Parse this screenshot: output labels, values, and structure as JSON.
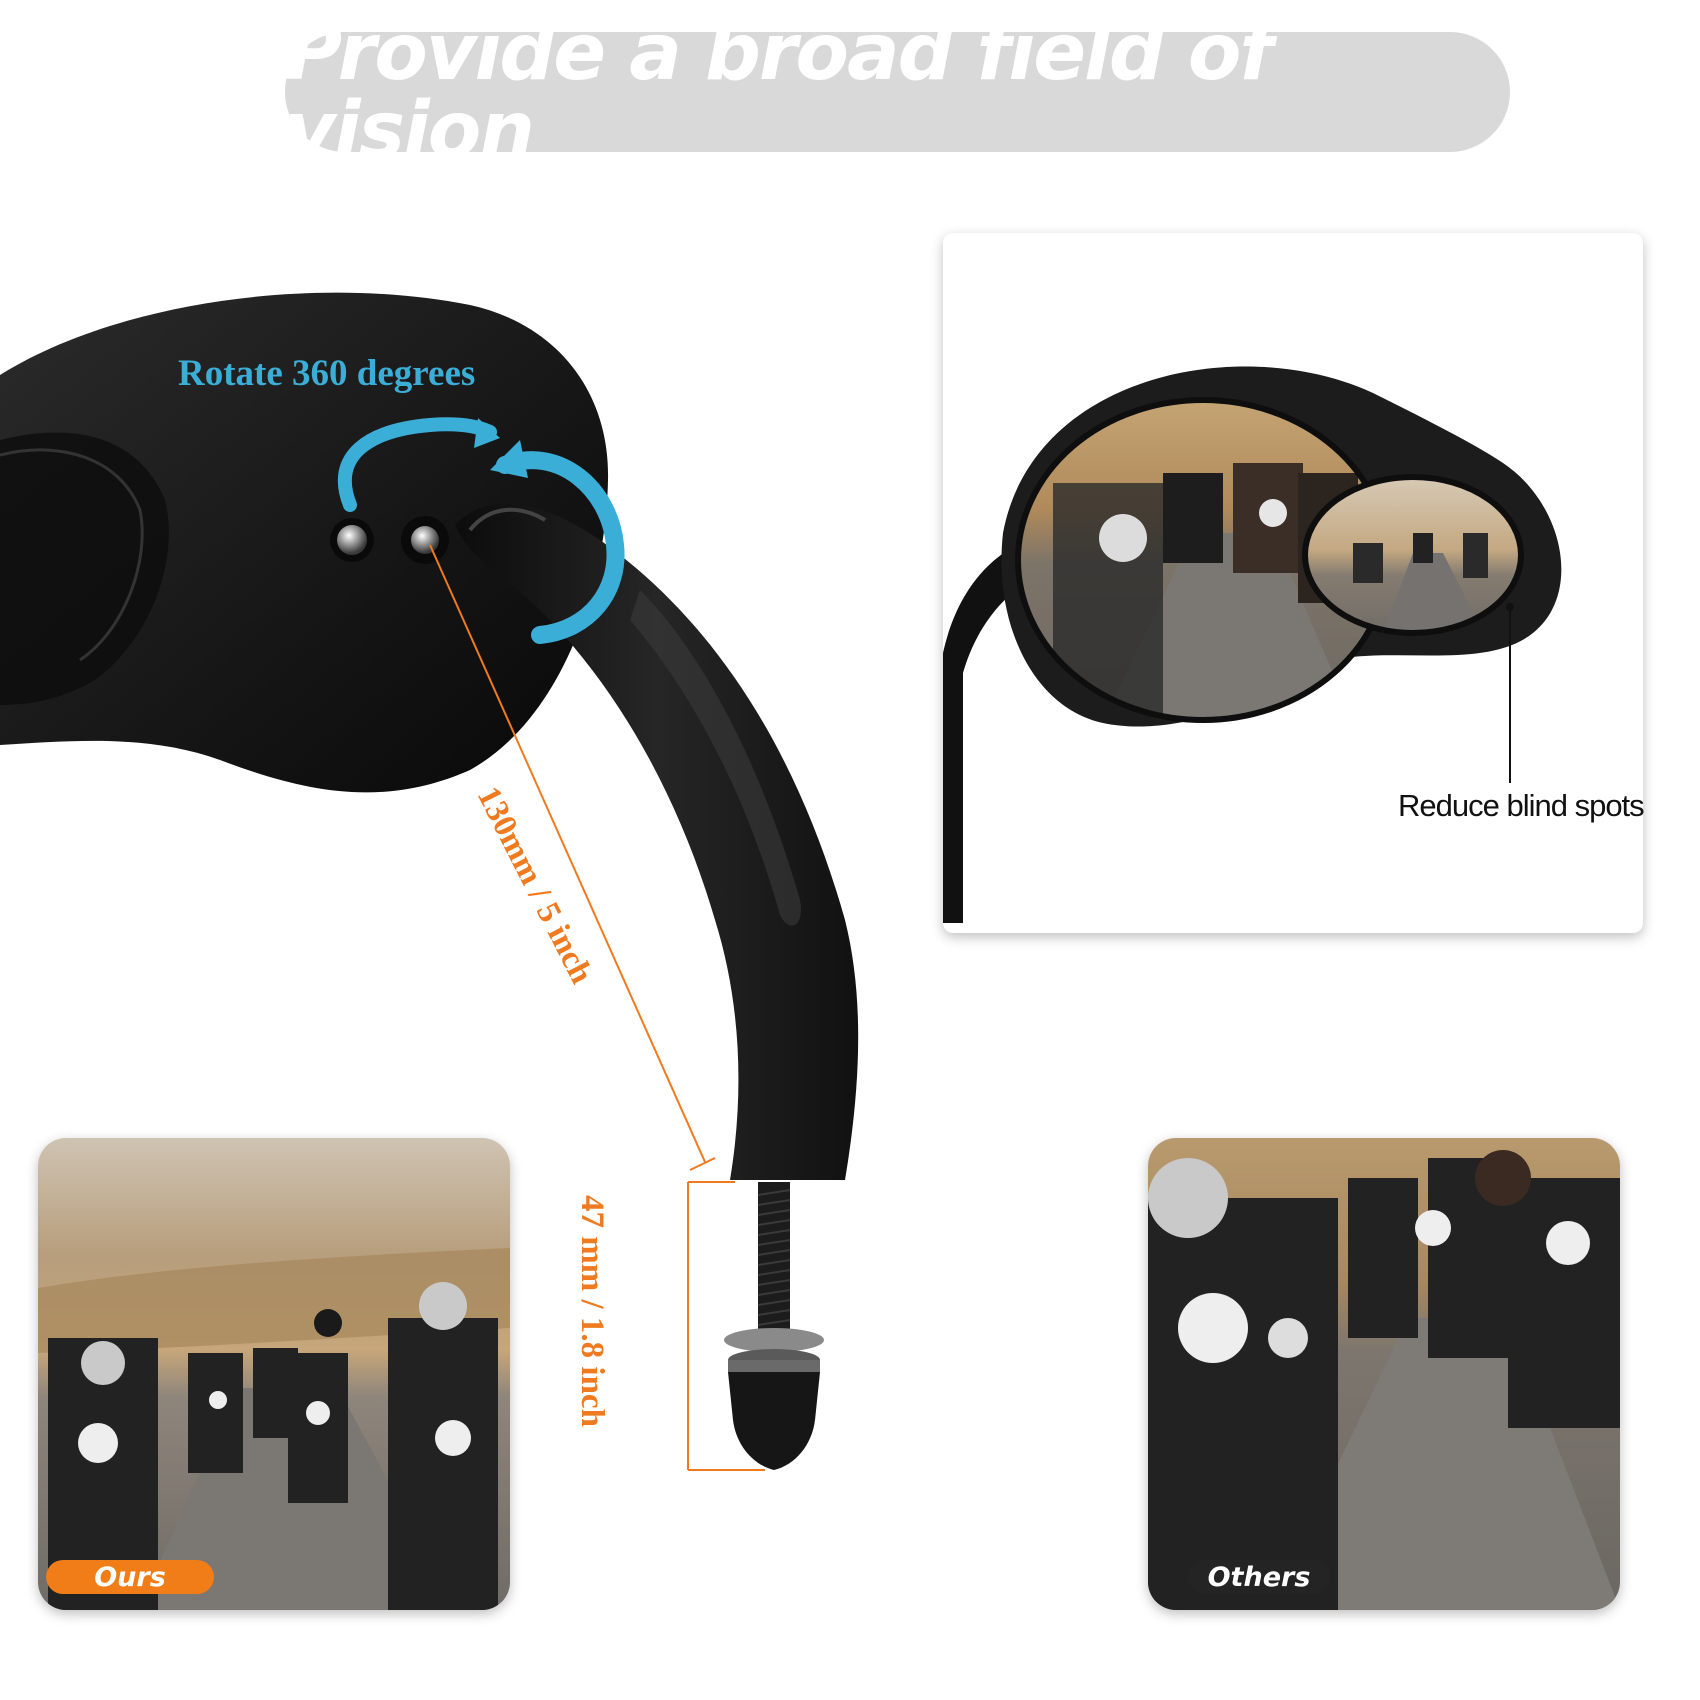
{
  "header": {
    "title": "Provide a broad field of vision"
  },
  "product": {
    "rotate_label": "Rotate 360 degrees",
    "arm_length_label": "130mm / 5 inch",
    "bolt_length_label": "47 mm / 1.8 inch"
  },
  "inset": {
    "callout_label": "Reduce blind spots"
  },
  "comparison": {
    "ours_label": "Ours",
    "others_label": "Others"
  },
  "colors": {
    "title_pill": "#d9d9d9",
    "rotate_accent": "#3aaed6",
    "dimension_accent": "#ef7a1f",
    "ours_badge": "#f07d17",
    "mirror_body": "#1a1a1a"
  }
}
